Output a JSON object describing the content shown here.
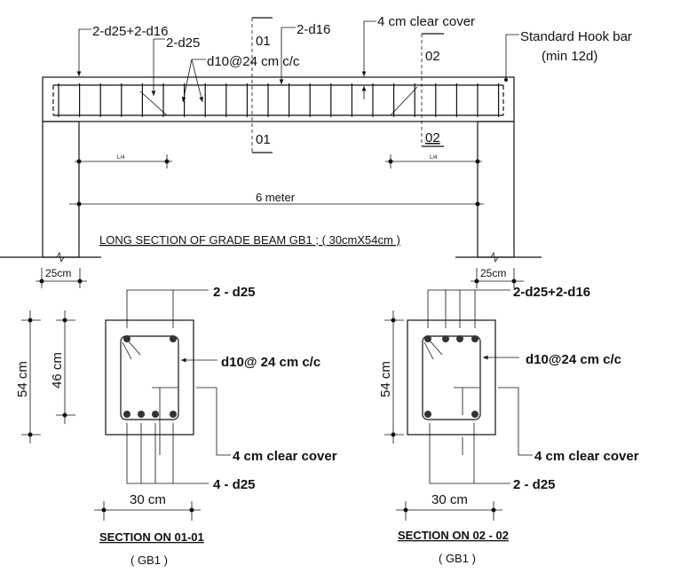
{
  "long_section": {
    "title": "LONG SECTION OF GRADE BEAM GB1 ; ( 30cmX54cm )",
    "labels": {
      "top_bars_end": "2-d25+2-d16",
      "bent_bars": "2-d25",
      "stirrups": "d10@24 cm c/c",
      "top_bars_mid": "2-d16",
      "clear_cover": "4 cm clear cover",
      "hook_bar": "Standard Hook bar",
      "hook_bar_note": "(min 12d)"
    },
    "section_marks": {
      "s1": "01",
      "s2": "02"
    },
    "dims": {
      "quarter_left": "L/4",
      "quarter_right": "L/4",
      "span": "6 meter",
      "col_left": "25cm",
      "col_right": "25cm"
    }
  },
  "section_1": {
    "title": "SECTION ON 01-01",
    "subtitle": "( GB1 )",
    "top_bars": "2 - d25",
    "stirrups": "d10@ 24 cm c/c",
    "clear_cover": "4 cm clear cover",
    "bottom_bars": "4 - d25",
    "width": "30 cm",
    "depth": "54 cm",
    "effective_depth": "46 cm"
  },
  "section_2": {
    "title": "SECTION ON 02 - 02",
    "subtitle": "( GB1 )",
    "top_bars": "2-d25+2-d16",
    "stirrups": "d10@24 cm c/c",
    "clear_cover": "4 cm clear cover",
    "bottom_bars": "2 - d25",
    "width": "30 cm",
    "depth": "54 cm"
  }
}
